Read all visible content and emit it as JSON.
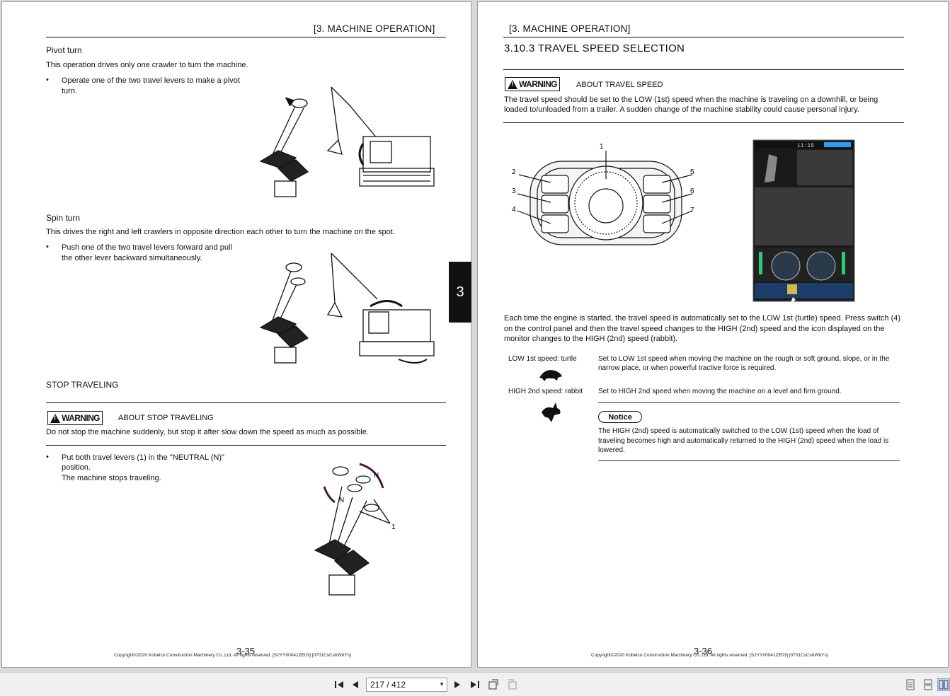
{
  "left_page": {
    "header": "[3.   MACHINE OPERATION]",
    "pivot": {
      "title": "Pivot turn",
      "desc": "This operation drives only one crawler to turn the machine.",
      "bullet1_line1": "Operate one of the two travel levers to make a pivot",
      "bullet1_line2": "turn."
    },
    "spin": {
      "title": "Spin turn",
      "desc": "This drives the right and left crawlers in opposite direction each other to turn the machine on the spot.",
      "bullet1_line1": "Push one of the two travel levers forward and pull",
      "bullet1_line2": "the other lever backward simultaneously."
    },
    "stop": {
      "title": "STOP TRAVELING",
      "warning_badge": "WARNING",
      "warning_title": "ABOUT STOP TRAVELING",
      "warning_text": "Do not stop the machine suddenly, but stop it after slow down the speed as much as possible.",
      "bullet1_line1": "Put both travel levers (1) in the \"NEUTRAL (N)\"",
      "bullet1_line2": "position.",
      "bullet1_line3": "The machine stops traveling.",
      "fig_label_n1": "N",
      "fig_label_n2": "N",
      "fig_label_1": "1"
    },
    "page_number": "3-35",
    "footer": "Copyright©2020 Kobelco Construction Machinery Co.,Ltd. All rights reserved. [S2YY00041ZE03] [0701CsCshWbYs]"
  },
  "chapter_tab": "3",
  "right_page": {
    "header": "[3.   MACHINE OPERATION]",
    "section_title": "3.10.3    TRAVEL SPEED SELECTION",
    "warning_badge": "WARNING",
    "warning_title": "ABOUT TRAVEL SPEED",
    "warning_line1": "The travel speed should be set to the LOW (1st) speed when the machine is traveling on a downhill, or being",
    "warning_line2": "loaded to/unloaded from a trailer. A sudden change of the machine stability could cause personal injury.",
    "callouts": [
      "1",
      "2",
      "3",
      "4",
      "5",
      "6",
      "7"
    ],
    "body_line1": "Each time the engine is started, the travel speed is automatically set to the LOW 1st (turtle) speed. Press switch (4)",
    "body_line2": "on the control panel and then the travel speed changes to the HIGH (2nd) speed and the icon displayed on the",
    "body_line3": "monitor changes to the HIGH (2nd) speed (rabbit).",
    "low_label": "LOW 1st speed: turtle",
    "low_desc_line1": "Set to LOW 1st speed when moving the machine on the rough or soft ground, slope, or in the",
    "low_desc_line2": "narrow place, or when powerful tractive force is required.",
    "high_label": "HIGH 2nd speed: rabbit",
    "high_desc": "Set to HIGH 2nd speed when moving the machine on a level and firm ground.",
    "notice_label": "Notice",
    "notice_line1": "The HIGH (2nd) speed is automatically switched to the LOW (1st) speed when the load of",
    "notice_line2": "traveling becomes high and automatically returned to the HIGH (2nd) speed when the load is",
    "notice_line3": "lowered.",
    "page_number": "3-36",
    "footer": "Copyright©2020 Kobelco Construction Machinery Co.,Ltd. All rights reserved. [S2YY00041ZE03] [0701CsCshWbYs]",
    "monitor_clock": "11:15"
  },
  "toolbar": {
    "page_indicator": "217 / 412"
  }
}
